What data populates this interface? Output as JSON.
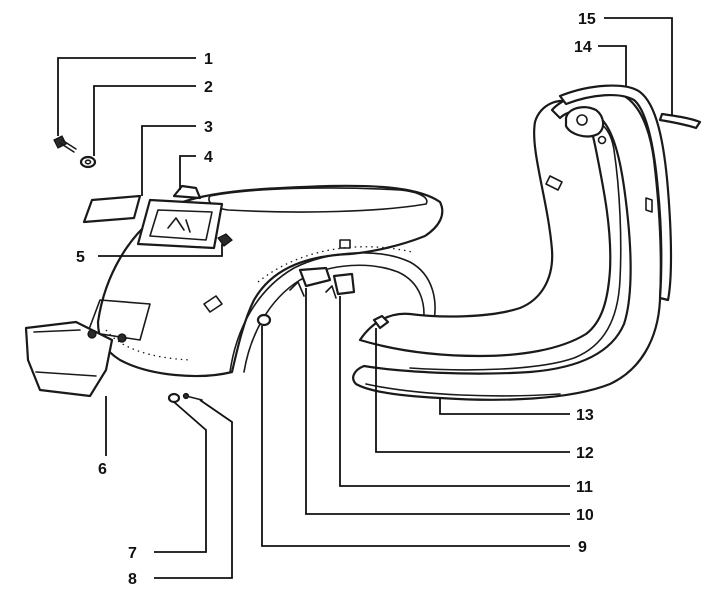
{
  "diagram": {
    "callouts": [
      {
        "id": "1",
        "label": "1"
      },
      {
        "id": "2",
        "label": "2"
      },
      {
        "id": "3",
        "label": "3"
      },
      {
        "id": "4",
        "label": "4"
      },
      {
        "id": "5",
        "label": "5"
      },
      {
        "id": "6",
        "label": "6"
      },
      {
        "id": "7",
        "label": "7"
      },
      {
        "id": "8",
        "label": "8"
      },
      {
        "id": "9",
        "label": "9"
      },
      {
        "id": "10",
        "label": "10"
      },
      {
        "id": "11",
        "label": "11"
      },
      {
        "id": "12",
        "label": "12"
      },
      {
        "id": "13",
        "label": "13"
      },
      {
        "id": "14",
        "label": "14"
      },
      {
        "id": "15",
        "label": "15"
      }
    ],
    "colors": {
      "line": "#1a1a1a",
      "background": "#ffffff"
    }
  }
}
